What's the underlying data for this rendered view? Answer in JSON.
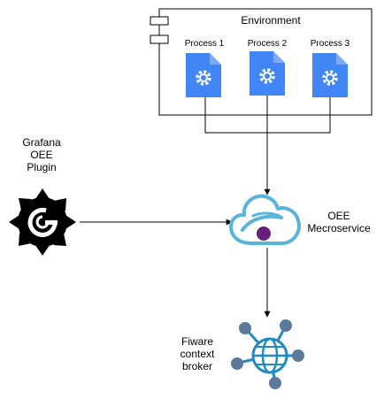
{
  "environment": {
    "label": "Environment",
    "processes": [
      {
        "label": "Process 1"
      },
      {
        "label": "Process 2"
      },
      {
        "label": "Process 3"
      }
    ]
  },
  "grafana": {
    "label_lines": [
      "Grafana",
      "OEE",
      "Plugin"
    ],
    "icon": "grafana-logo-icon"
  },
  "oee": {
    "label_lines": [
      "OEE",
      "Mecroservice"
    ],
    "icon": "cloud-service-icon"
  },
  "fiware": {
    "label_lines": [
      "Fiware",
      "context",
      "broker"
    ],
    "icon": "globe-network-icon"
  },
  "colors": {
    "process_doc": "#4285F4",
    "process_fold": "#7BAAF7",
    "cloud_stroke": "#59B4D9",
    "cloud_dot": "#68217A",
    "network_blue": "#1E8BC3",
    "network_node": "#5B7A99",
    "grafana": "#000000"
  }
}
